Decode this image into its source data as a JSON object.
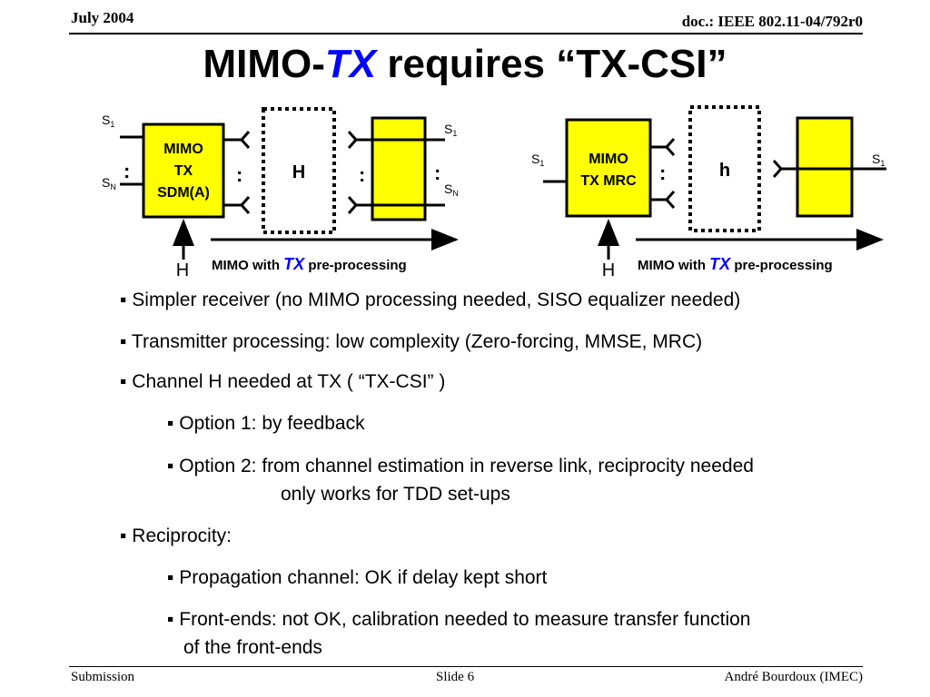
{
  "header": {
    "date": "July 2004",
    "doc": "doc.: IEEE 802.11-04/792r0"
  },
  "title": {
    "pre": "MIMO-",
    "tx": "TX",
    "post": " requires “TX-CSI”"
  },
  "diagram_left": {
    "s1_in": "S",
    "s1_in_sub": "1",
    "sn_in": "S",
    "sn_in_sub": "N",
    "tx_block": [
      "MIMO",
      "TX",
      "SDM(A)"
    ],
    "channel": "H",
    "s1_out": "S",
    "s1_out_sub": "1",
    "sn_out": "S",
    "sn_out_sub": "N",
    "h_input": "H",
    "arrow_label_pre": "MIMO with ",
    "arrow_label_tx": "TX",
    "arrow_label_post": " pre-processing"
  },
  "diagram_right": {
    "s1_in": "S",
    "s1_in_sub": "1",
    "tx_block": [
      "MIMO",
      "TX MRC"
    ],
    "channel": "h",
    "s1_out": "S",
    "s1_out_sub": "1",
    "h_input": "H",
    "arrow_label_pre": "MIMO with ",
    "arrow_label_tx": "TX",
    "arrow_label_post": " pre-processing"
  },
  "bullets": [
    "Simpler receiver (no MIMO processing needed, SISO equalizer needed)",
    "Transmitter processing: low complexity (Zero-forcing, MMSE, MRC)",
    "Channel H needed at TX ( “TX-CSI” )",
    "Option 1: by feedback",
    "Option 2: from channel estimation in reverse link, reciprocity needed",
    "only works for TDD set-ups",
    "Reciprocity:",
    "Propagation channel: OK if delay kept short",
    "Front-ends: not OK, calibration needed to measure transfer function",
    "of the front-ends"
  ],
  "bullet_marker": "▪",
  "colors": {
    "block_fill": "#ffff00",
    "accent": "#0000ff"
  },
  "footer": {
    "left": "Submission",
    "center": "Slide 6",
    "right": "André Bourdoux (IMEC)"
  }
}
